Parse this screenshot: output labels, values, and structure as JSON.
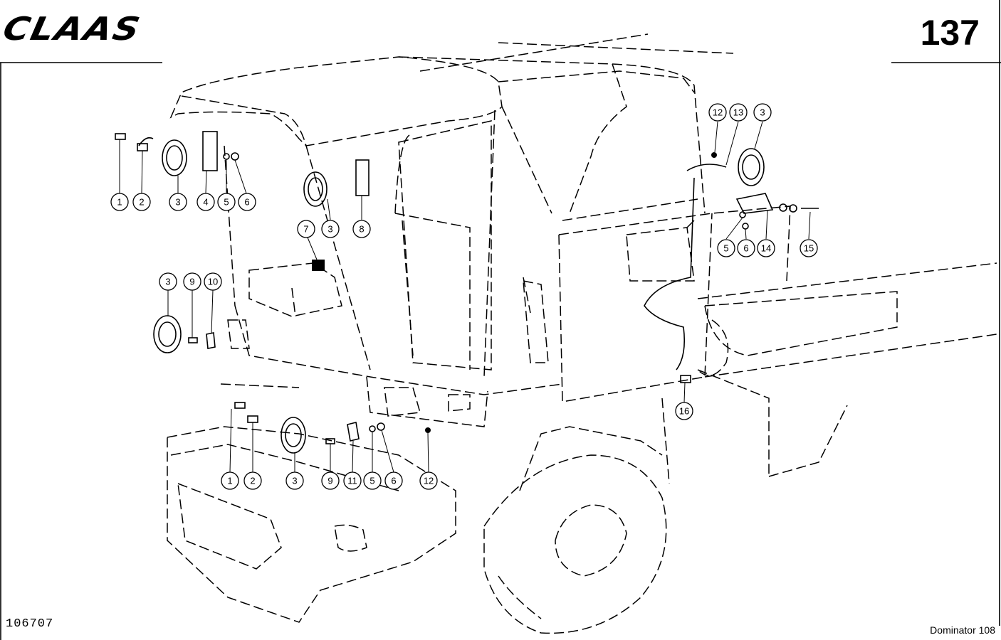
{
  "header": {
    "brand": "CLAAS",
    "page_number": "137"
  },
  "footer": {
    "drawing_number": "106707",
    "model": "Dominator 108"
  },
  "callouts": [
    {
      "id": "c1a",
      "label": "1"
    },
    {
      "id": "c2a",
      "label": "2"
    },
    {
      "id": "c3a",
      "label": "3"
    },
    {
      "id": "c4a",
      "label": "4"
    },
    {
      "id": "c5a",
      "label": "5"
    },
    {
      "id": "c6a",
      "label": "6"
    },
    {
      "id": "c3b",
      "label": "3"
    },
    {
      "id": "c8a",
      "label": "8"
    },
    {
      "id": "c7a",
      "label": "7"
    },
    {
      "id": "c3c",
      "label": "3"
    },
    {
      "id": "c9a",
      "label": "9"
    },
    {
      "id": "c10a",
      "label": "10"
    },
    {
      "id": "c12a",
      "label": "12"
    },
    {
      "id": "c13a",
      "label": "13"
    },
    {
      "id": "c3d",
      "label": "3"
    },
    {
      "id": "c5b",
      "label": "5"
    },
    {
      "id": "c6b",
      "label": "6"
    },
    {
      "id": "c14a",
      "label": "14"
    },
    {
      "id": "c15a",
      "label": "15"
    },
    {
      "id": "c16a",
      "label": "16"
    },
    {
      "id": "c1b",
      "label": "1"
    },
    {
      "id": "c2b",
      "label": "2"
    },
    {
      "id": "c3e",
      "label": "3"
    },
    {
      "id": "c9b",
      "label": "9"
    },
    {
      "id": "c11a",
      "label": "11"
    },
    {
      "id": "c5c",
      "label": "5"
    },
    {
      "id": "c6c",
      "label": "6"
    },
    {
      "id": "c12b",
      "label": "12"
    }
  ]
}
